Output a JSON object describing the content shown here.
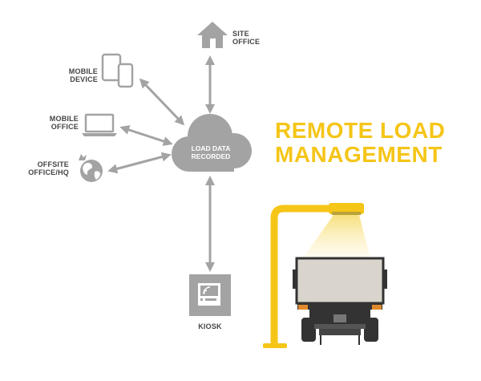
{
  "headline": {
    "line1": "REMOTE LOAD",
    "line2": "MANAGEMENT"
  },
  "cloud": {
    "line1": "LOAD DATA",
    "line2": "RECORDED"
  },
  "nodes": {
    "site_office": {
      "line1": "SITE",
      "line2": "OFFICE"
    },
    "mobile_device": {
      "line1": "MOBILE",
      "line2": "DEVICE"
    },
    "mobile_office": {
      "line1": "MOBILE",
      "line2": "OFFICE"
    },
    "offsite_office": {
      "line1": "OFFSITE",
      "line2": "OFFICE/HQ"
    },
    "kiosk": {
      "label": "KIOSK"
    }
  },
  "colors": {
    "accent": "#f5c518",
    "gray": "#a3a3a3",
    "dark": "#333333",
    "truck_body": "#d9d5cc"
  },
  "icons": [
    "house-icon",
    "tablet-icon",
    "phone-icon",
    "laptop-icon",
    "globe-icon",
    "cloud-icon",
    "kiosk-icon",
    "streetlight-icon",
    "truck-icon"
  ]
}
